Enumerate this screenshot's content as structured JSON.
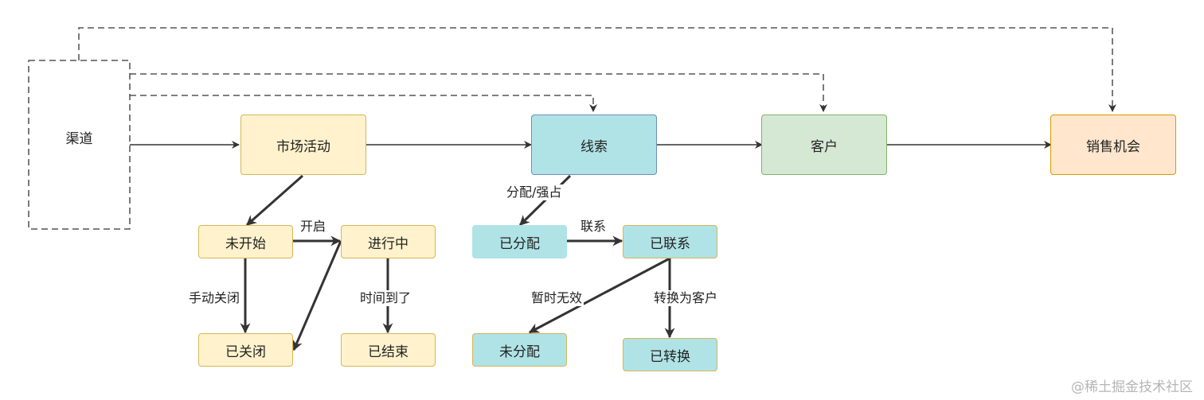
{
  "nodes": {
    "channel": "渠道",
    "marketing": "市场活动",
    "lead": "线索",
    "customer": "客户",
    "opportunity": "销售机会",
    "not_started": "未开始",
    "in_progress": "进行中",
    "closed": "已关闭",
    "ended": "已结束",
    "assigned": "已分配",
    "contacted": "已联系",
    "unassigned": "未分配",
    "converted": "已转换"
  },
  "edge_labels": {
    "assign_grab": "分配/强占",
    "contact": "联系",
    "open": "开启",
    "manual_close": "手动关闭",
    "time_up": "时间到了",
    "temp_invalid": "暂时无效",
    "convert_customer": "转换为客户"
  },
  "watermark": "@稀土掘金技术社区",
  "colors": {
    "yellow_fill": "#fff2cc",
    "yellow_border": "#d6b656",
    "cyan_fill": "#b0e3e6",
    "cyan_border": "#0e8088",
    "lead_border": "#6c8ebf",
    "green_fill": "#d5e8d4",
    "green_border": "#82b366",
    "orange_fill": "#ffe6cc",
    "orange_border": "#d79b00",
    "edge": "#333333"
  }
}
